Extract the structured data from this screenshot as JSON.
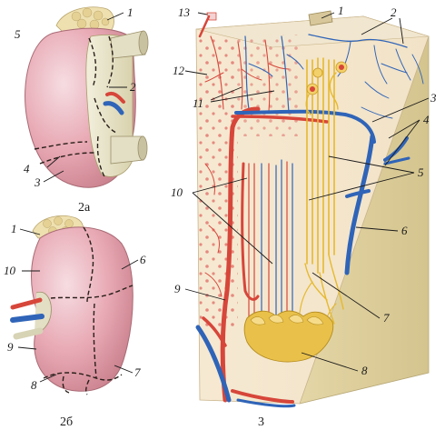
{
  "figure_a": {
    "caption": "2a",
    "labels": [
      "1",
      "2",
      "3",
      "4",
      "5"
    ]
  },
  "figure_b": {
    "caption": "2б",
    "labels": [
      "1",
      "6",
      "7",
      "8",
      "9",
      "10"
    ]
  },
  "figure_c": {
    "caption": "3",
    "labels": [
      "1",
      "2",
      "3",
      "4",
      "5",
      "6",
      "7",
      "8",
      "9",
      "10",
      "11",
      "12",
      "13"
    ]
  },
  "colors": {
    "kidney_pink": "#e8a9b4",
    "kidney_light": "#f3dede",
    "hilum_cream": "#e6e2c8",
    "artery_red": "#d7463a",
    "vein_blue": "#2f64b8",
    "tubule_yellow": "#e6b92e",
    "block_beige": "#ecdfb4",
    "adrenal_cream": "#efe0b0"
  }
}
